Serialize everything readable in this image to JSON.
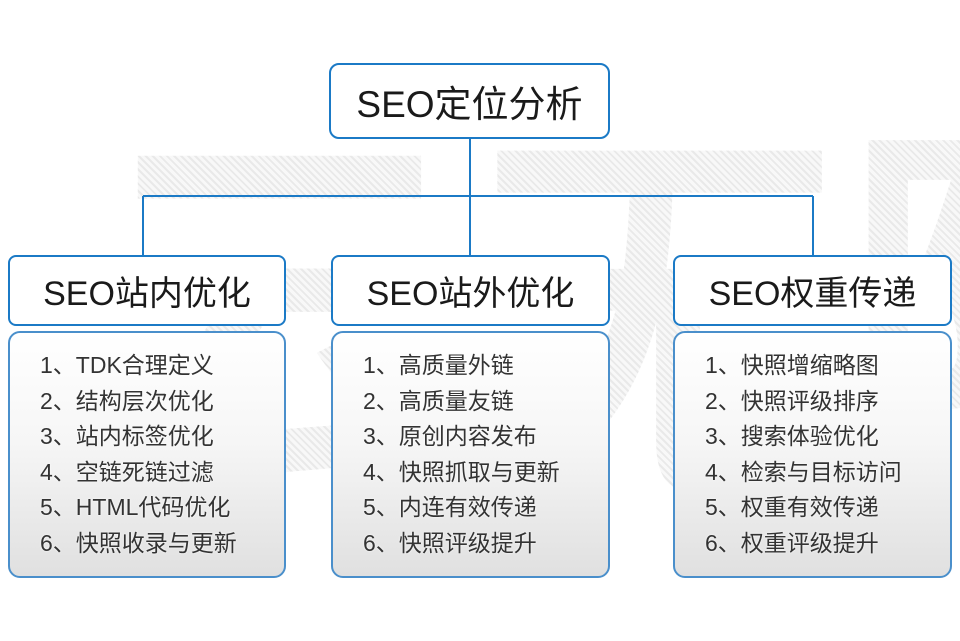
{
  "watermark_text": "云无限",
  "root": {
    "title": "SEO定位分析"
  },
  "columns": [
    {
      "title": "SEO站内优化",
      "items": [
        "1、TDK合理定义",
        "2、结构层次优化",
        "3、站内标签优化",
        "4、空链死链过滤",
        "5、HTML代码优化",
        "6、快照收录与更新"
      ]
    },
    {
      "title": "SEO站外优化",
      "items": [
        "1、高质量外链",
        "2、高质量友链",
        "3、原创内容发布",
        "4、快照抓取与更新",
        "5、内连有效传递",
        "6、快照评级提升"
      ]
    },
    {
      "title": "SEO权重传递",
      "items": [
        "1、快照增缩略图",
        "2、快照评级排序",
        "3、搜索体验优化",
        "4、检索与目标访问",
        "5、权重有效传递",
        "6、权重评级提升"
      ]
    }
  ],
  "colors": {
    "line_blue": "#1b7ac6",
    "panel_border_blue": "#4a8fcb",
    "panel_gray": "#e0e0e0",
    "text_dark": "#1a1a1a"
  }
}
